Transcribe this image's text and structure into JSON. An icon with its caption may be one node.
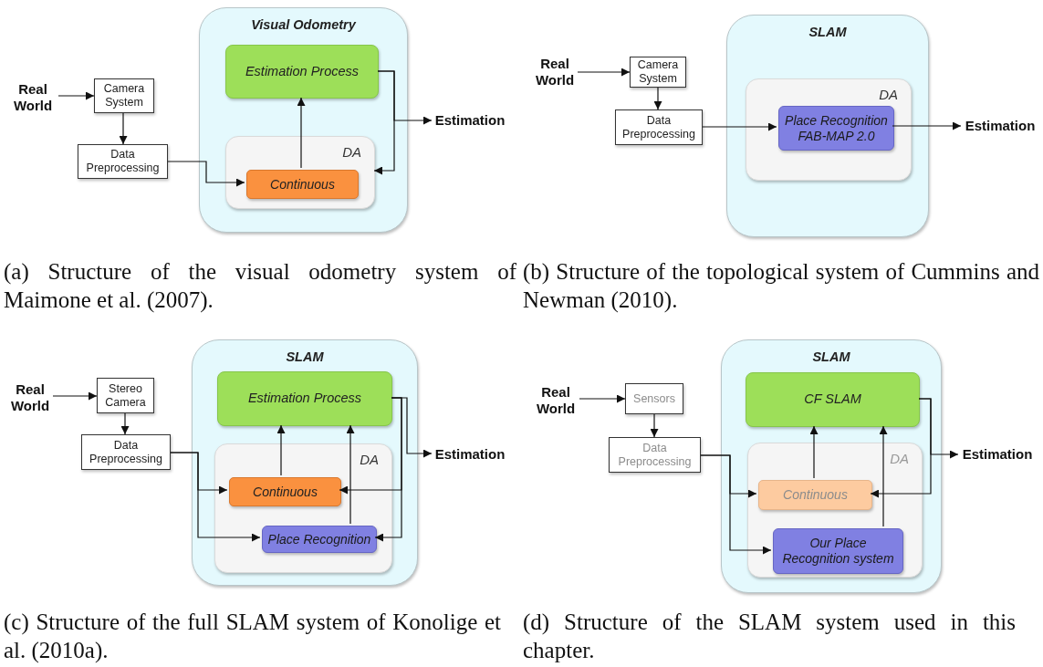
{
  "diagram": {
    "nodes": [
      {
        "text": [
          "Real World"
        ]
      },
      {
        "text": [
          "Camera System"
        ]
      },
      {
        "text": [
          "Data Preprocessing"
        ]
      },
      {
        "text": [
          "Visual Odometry"
        ]
      },
      {
        "text": [
          "Estimation Process"
        ],
        "in": 3
      },
      {
        "text": [
          "DA"
        ],
        "in": 3
      },
      {
        "text": [
          "Continuous"
        ],
        "in": 5
      },
      {
        "text": [
          "Estimation"
        ]
      },
      {
        "text": [
          "Real World"
        ]
      },
      {
        "text": [
          "Camera System"
        ]
      },
      {
        "text": [
          "Data Preprocessing"
        ]
      },
      {
        "text": [
          "SLAM"
        ]
      },
      {
        "text": [
          "DA"
        ],
        "in": 11
      },
      {
        "text": [
          "Place Recognition FAB-MAP 2.0"
        ],
        "in": 12
      },
      {
        "text": [
          "Estimation"
        ]
      },
      {
        "text": [
          "Real World"
        ]
      },
      {
        "text": [
          "Stereo Camera"
        ]
      },
      {
        "text": [
          "Data Preprocessing"
        ]
      },
      {
        "text": [
          "SLAM"
        ]
      },
      {
        "text": [
          "Estimation Process"
        ],
        "in": 18
      },
      {
        "text": [
          "DA"
        ],
        "in": 18
      },
      {
        "text": [
          "Continuous"
        ],
        "in": 20
      },
      {
        "text": [
          "Place Recognition"
        ],
        "in": 20
      },
      {
        "text": [
          "Estimation"
        ]
      },
      {
        "text": [
          "Real World"
        ]
      },
      {
        "text": [
          "Sensors"
        ]
      },
      {
        "text": [
          "Data Preprocessing"
        ]
      },
      {
        "text": [
          "SLAM"
        ]
      },
      {
        "text": [
          "CF SLAM"
        ],
        "in": 27
      },
      {
        "text": [
          "DA"
        ],
        "in": 27
      },
      {
        "text": [
          "Continuous"
        ],
        "in": 29
      },
      {
        "text": [
          "Our Place Recognition system"
        ],
        "in": 29
      },
      {
        "text": [
          "Estimation"
        ]
      }
    ],
    "edges": [
      {
        "from": 0,
        "to": 1,
        "arrow": "to"
      },
      {
        "from": 1,
        "to": 2,
        "arrow": "to"
      },
      {
        "from": 2,
        "to": 6,
        "arrow": "to"
      },
      {
        "from": 6,
        "to": 4,
        "arrow": "to"
      },
      {
        "from": 4,
        "to": 7,
        "arrow": "to"
      },
      {
        "from": 4,
        "to": 5,
        "arrow": "to"
      },
      {
        "from": 8,
        "to": 9,
        "arrow": "to"
      },
      {
        "from": 9,
        "to": 10,
        "arrow": "to"
      },
      {
        "from": 10,
        "to": 13,
        "arrow": "to"
      },
      {
        "from": 13,
        "to": 14,
        "arrow": "to"
      },
      {
        "from": 15,
        "to": 16,
        "arrow": "to"
      },
      {
        "from": 16,
        "to": 17,
        "arrow": "to"
      },
      {
        "from": 17,
        "to": 21,
        "arrow": "to"
      },
      {
        "from": 17,
        "to": 22,
        "arrow": "to"
      },
      {
        "from": 21,
        "to": 19,
        "arrow": "to"
      },
      {
        "from": 22,
        "to": 19,
        "arrow": "to"
      },
      {
        "from": 19,
        "to": 23,
        "arrow": "to"
      },
      {
        "from": 19,
        "to": 21,
        "arrow": "to"
      },
      {
        "from": 19,
        "to": 22,
        "arrow": "to"
      },
      {
        "from": 24,
        "to": 25,
        "arrow": "to"
      },
      {
        "from": 25,
        "to": 26,
        "arrow": "to"
      },
      {
        "from": 26,
        "to": 30,
        "arrow": "to"
      },
      {
        "from": 26,
        "to": 31,
        "arrow": "to"
      },
      {
        "from": 30,
        "to": 28,
        "arrow": "to"
      },
      {
        "from": 31,
        "to": 28,
        "arrow": "to"
      },
      {
        "from": 28,
        "to": 32,
        "arrow": "to"
      },
      {
        "from": 28,
        "to": 30,
        "arrow": "to"
      }
    ],
    "labels": [
      "(a) Structure of the visual odometry system of Maimone et al. (2007).",
      "(b) Structure of the topological system of Cummins and Newman (2010).",
      "(c) Structure of the full SLAM system of Konolige et al. (2010a).",
      "(d) Structure of the SLAM system used in this chapter."
    ]
  }
}
